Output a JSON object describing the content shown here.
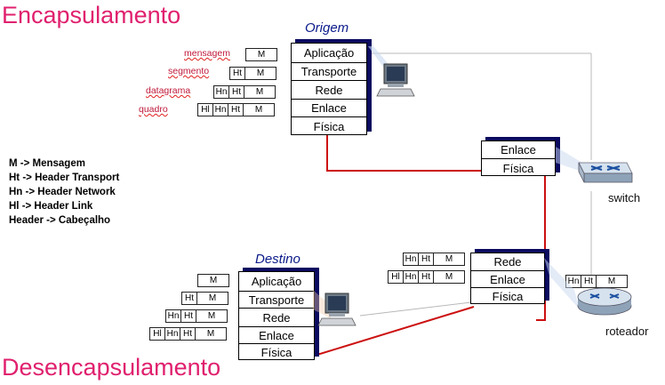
{
  "titles": {
    "top": "Encapsulamento",
    "bottom": "Desencapsulamento"
  },
  "encap_labels": [
    "mensagem",
    "segmento",
    "datagrama",
    "quadro"
  ],
  "encap_packets": [
    [
      "M"
    ],
    [
      "Ht",
      "M"
    ],
    [
      "Hn",
      "Ht",
      "M"
    ],
    [
      "Hl",
      "Hn",
      "Ht",
      "M"
    ]
  ],
  "legend": [
    "M -> Mensagem",
    "Ht -> Header Transport",
    "Hn -> Header Network",
    "Hl -> Header Link",
    "Header -> Cabeçalho"
  ],
  "origem": {
    "label": "Origem",
    "layers": [
      "Aplicação",
      "Transporte",
      "Rede",
      "Enlace",
      "Física"
    ]
  },
  "switch_box": {
    "layers": [
      "Enlace",
      "Física"
    ],
    "label": "switch"
  },
  "router_box": {
    "layers": [
      "Rede",
      "Enlace",
      "Física"
    ],
    "label": "roteador"
  },
  "router_packets": [
    [
      "Hn",
      "Ht",
      "M"
    ],
    [
      "Hl",
      "Hn",
      "Ht",
      "M"
    ]
  ],
  "router_side_packet": [
    "Hn",
    "Ht",
    "M"
  ],
  "destino": {
    "label": "Destino",
    "layers": [
      "Aplicação",
      "Transporte",
      "Rede",
      "Enlace",
      "Física"
    ]
  },
  "decap_packets": [
    [
      "M"
    ],
    [
      "Ht",
      "M"
    ],
    [
      "Hn",
      "Ht",
      "M"
    ],
    [
      "Hl",
      "Hn",
      "Ht",
      "M"
    ]
  ],
  "colors": {
    "title": "#e0206e",
    "path": "#cc1010",
    "stack_shadow": "#0a0a60",
    "label_blue": "#0a1a8a"
  }
}
